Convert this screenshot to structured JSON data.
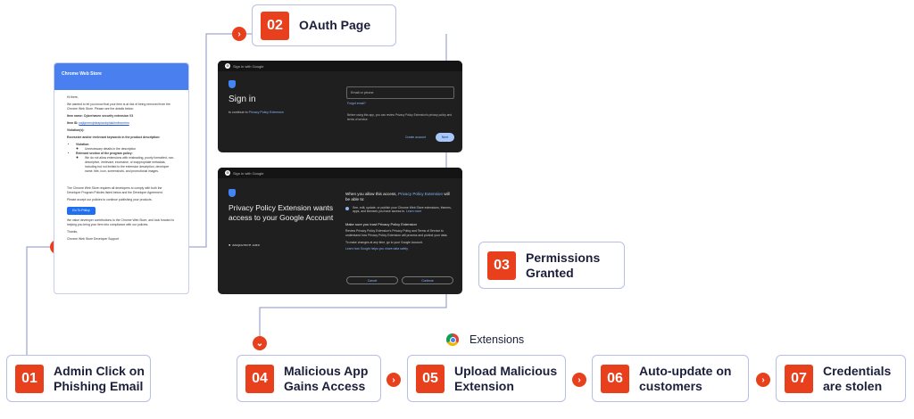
{
  "steps": [
    {
      "num": "01",
      "label": "Admin Click on\nPhishing Email"
    },
    {
      "num": "02",
      "label": "OAuth Page"
    },
    {
      "num": "03",
      "label": "Permissions\nGranted"
    },
    {
      "num": "04",
      "label": "Malicious App\nGains Access"
    },
    {
      "num": "05",
      "label": "Upload Malicious\nExtension"
    },
    {
      "num": "06",
      "label": "Auto-update on\ncustomers"
    },
    {
      "num": "07",
      "label": "Credentials\nare stolen"
    }
  ],
  "extensions_label": "Extensions",
  "email": {
    "header": "Chrome Web Store",
    "greeting": "Hi there,",
    "intro": "We wanted to let you know that your item is at risk of being removed from the Chrome Web Store. Please see the details below:",
    "item_name": "Item name: Cyberhaven security extension V3",
    "item_id_label": "Item ID:",
    "item_id": "pajkjnmeojmbapicmbpliaklhnfmcmhm",
    "violations": "Violation(s):",
    "violation_title": "Excessive and/or irrelevant keywords in the product description:",
    "violation_sub": "Violation:",
    "violation_item1": "Unnecessary details in the description",
    "relevant_section": "Relevant section of the program policy:",
    "policy_text": "We do not allow extensions with misleading, poorly formatted, non-descriptive, irrelevant, excessive, or inappropriate metadata, including but not limited to the extension description, developer name, title, icon, screenshots, and promotional images.",
    "requirements": "The Chrome Web Store requires all developers to comply with both the Developer Program Policies listed below and the Developer Agreement.",
    "accept": "Please accept our policies to continue publishing your products.",
    "button": "Go To Policy",
    "value_text": "We value developer contributions to the Chrome Web Store, and look forward to helping you bring your item into compliance with our policies.",
    "thanks": "Thanks,",
    "signature": "Chrome Web Store Developer Support"
  },
  "oauth_panel": {
    "bar": "Sign in with Google",
    "title": "Sign in",
    "sub_prefix": "to continue to",
    "app_name": "Privacy Policy Extension",
    "field_placeholder": "Email or phone",
    "forgot": "Forgot email?",
    "policy": "Before using this app, you can review Privacy Policy Extension's privacy policy and terms of service.",
    "create": "Create account",
    "next": "Next"
  },
  "perm_panel": {
    "bar": "Sign in with Google",
    "title": "Privacy Policy Extension wants access to your Google Account",
    "account": "● закрытое-имя",
    "allow_prefix": "When you allow this access,",
    "allow_app": "Privacy Policy Extension",
    "allow_suffix": "will be able to:",
    "scope": "See, edit, update, or publish your Chrome Web Store extensions, themes, apps, and licenses you have access to.",
    "learn_more": "Learn more",
    "trust_heading": "Make sure you trust Privacy Policy Extension",
    "trust_text": "Review Privacy Policy Extension's Privacy Policy and Terms of Service to understand how Privacy Policy Extension will process and protect your data.",
    "change_text": "To make changes at any time, go to your Google Account.",
    "learn_safety": "Learn how Google helps you share data safely.",
    "cancel": "Cancel",
    "continue": "Continue"
  },
  "colors": {
    "accent": "#e8401c",
    "border": "#b9bfe3",
    "line": "#8a90c2"
  }
}
